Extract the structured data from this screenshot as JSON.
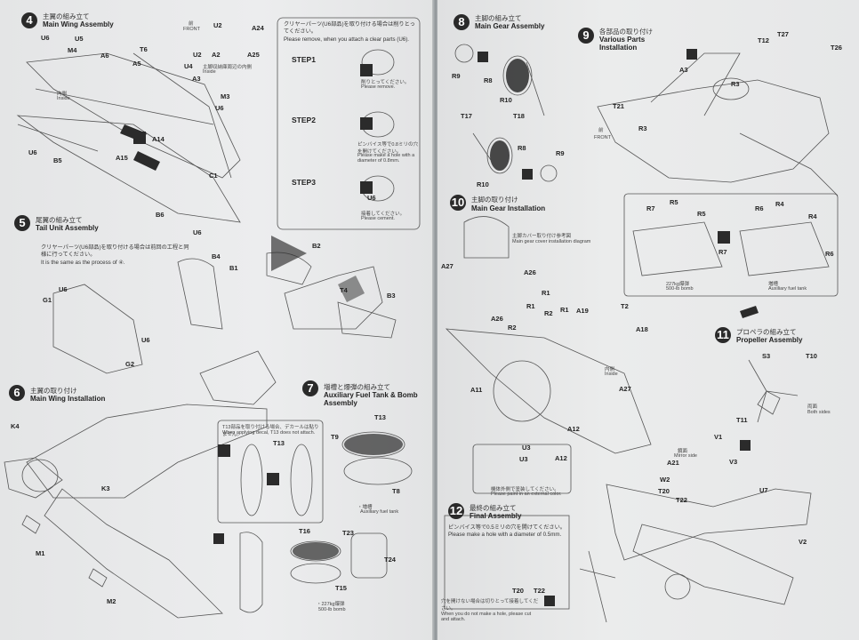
{
  "left": {
    "step4": {
      "num": "4",
      "jp": "主翼の組み立て",
      "en": "Main Wing Assembly",
      "labels": [
        "U6",
        "U5",
        "M4",
        "A6",
        "T6",
        "A5",
        "U2",
        "U2",
        "A24",
        "A2",
        "A25",
        "U4",
        "A3",
        "M3",
        "U6",
        "A14",
        "A15",
        "B5",
        "U6",
        "C1",
        "B6",
        "U6"
      ],
      "inside_jp": "内側",
      "inside_en": "Inside",
      "gear_jp": "主脚収納庫周辺の内側",
      "gear_en": "Inside",
      "front_jp": "前",
      "front_en": "FRONT"
    },
    "clear_note": {
      "jp": "クリヤーパーツ(U6部品)を取り付ける場合は削りとってください。",
      "en": "Please remove, when you attach a clear parts (U6).",
      "step1": "STEP1",
      "step1_jp": "削りとってください。",
      "step1_en": "Please remove.",
      "step2": "STEP2",
      "step2_jp": "ピンバイス等で0.8ミリの穴を開けてください。",
      "step2_en": "Please make a hole with a diameter of 0.8mm.",
      "step3": "STEP3",
      "step3_jp": "接着してください。",
      "step3_en": "Please cement.",
      "u6": "U6"
    },
    "step5": {
      "num": "5",
      "jp": "尾翼の組み立て",
      "en": "Tail Unit Assembly",
      "note_jp": "クリヤーパーツ(U6部品)を取り付ける場合は前回の工程と同様に行ってください。",
      "note_en": "It is the same as the process of ④.",
      "labels": [
        "U6",
        "G1",
        "U6",
        "G2",
        "B4",
        "B1",
        "B2",
        "T4",
        "B3"
      ]
    },
    "step6": {
      "num": "6",
      "jp": "主翼の取り付け",
      "en": "Main Wing Installation",
      "labels": [
        "K4",
        "K3",
        "M1",
        "M2"
      ]
    },
    "step7": {
      "num": "7",
      "jp": "増槽と爆弾の組み立て",
      "en": "Auxiliary Fuel Tank & Bomb Assembly",
      "labels": [
        "T13",
        "T9",
        "T8",
        "T16",
        "T23",
        "T24",
        "T15"
      ],
      "t13_note_jp": "T13部品を取り付ける場合、デカールは貼りません。",
      "t13_note_en": "When applying decal, T13 does not attach.",
      "t13": "T13",
      "tank_jp": "・増槽",
      "tank_en": "Auxiliary fuel tank",
      "bomb_jp": "・227kg爆弾",
      "bomb_en": "500-lb bomb"
    }
  },
  "right": {
    "step8": {
      "num": "8",
      "jp": "主脚の組み立て",
      "en": "Main Gear Assembly",
      "labels": [
        "R9",
        "R8",
        "R10",
        "T18",
        "T17",
        "R8",
        "R9",
        "R10"
      ]
    },
    "step9": {
      "num": "9",
      "jp": "各部品の取り付け",
      "en": "Various Parts Installation",
      "labels": [
        "A3",
        "R3",
        "T12",
        "T27",
        "T26",
        "T21",
        "R3",
        "R7",
        "R5",
        "R5",
        "R6",
        "R4",
        "R4",
        "R6",
        "R7"
      ],
      "bomb_jp": "227kg爆弾",
      "bomb_en": "500-lb bomb",
      "tank_jp": "増槽",
      "tank_en": "Auxiliary fuel tank",
      "front_jp": "前",
      "front_en": "FRONT"
    },
    "step10": {
      "num": "10",
      "jp": "主脚の取り付け",
      "en": "Main Gear Installation",
      "ref_jp": "主脚カバー取り付け参考図",
      "ref_en": "Main gear cover installation diagram",
      "labels": [
        "A27",
        "A26",
        "R1",
        "R1",
        "R2",
        "A26",
        "R2",
        "R1",
        "A19",
        "T2",
        "A18",
        "A11",
        "A27",
        "U3",
        "A12",
        "U3",
        "A12"
      ],
      "inside_jp": "内側",
      "inside_en": "Inside",
      "paint_jp": "機体外側で塗装してください。",
      "paint_en": "Please paint in an external color."
    },
    "step11": {
      "num": "11",
      "jp": "プロペラの組み立て",
      "en": "Propeller Assembly",
      "labels": [
        "S3",
        "T10",
        "T11"
      ],
      "both_jp": "両面",
      "both_en": "Both sides"
    },
    "step12": {
      "num": "12",
      "jp": "最終の組み立て",
      "en": "Final Assembly",
      "note_jp": "ピンバイス等で0.5ミリの穴を開けてください。",
      "note_en": "Please make a hole with a diameter of 0.5mm.",
      "labels": [
        "V1",
        "A21",
        "W2",
        "V3",
        "T20",
        "T22",
        "U7",
        "V2",
        "T20",
        "T22"
      ],
      "mirror_jp": "鏡面",
      "mirror_en": "Mirror side",
      "nohole_jp": "穴を開けない場合は切りとって接着してください。",
      "nohole_en": "When you do not make a hole, please cut and attach."
    }
  },
  "colors": {
    "paper": "#e8e9ea",
    "ink": "#2a2a2a",
    "backdrop": "#3b4a57"
  }
}
